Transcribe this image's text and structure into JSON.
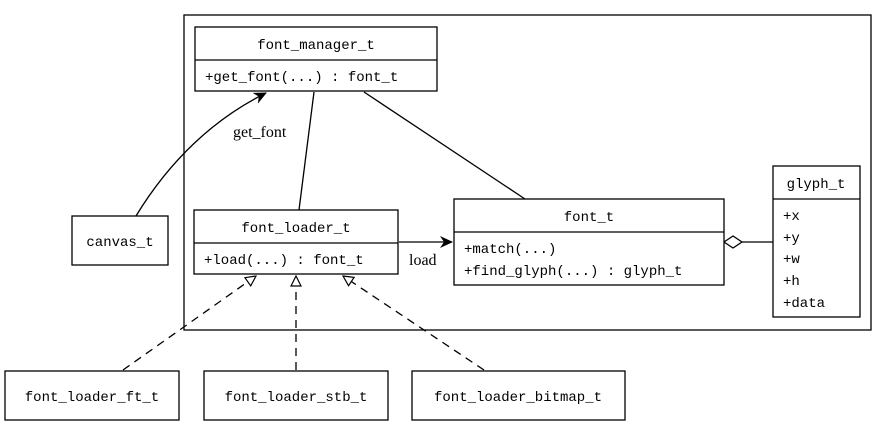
{
  "classes": {
    "font_manager": {
      "name": "font_manager_t",
      "members": [
        "+get_font(...) : font_t"
      ]
    },
    "font_loader": {
      "name": "font_loader_t",
      "members": [
        "+load(...) : font_t"
      ]
    },
    "font": {
      "name": "font_t",
      "members": [
        "+match(...)",
        "+find_glyph(...) : glyph_t"
      ]
    },
    "glyph": {
      "name": "glyph_t",
      "members": [
        "+x",
        "+y",
        "+w",
        "+h",
        "+data"
      ]
    },
    "canvas": {
      "name": "canvas_t"
    },
    "font_loader_ft": {
      "name": "font_loader_ft_t"
    },
    "font_loader_stb": {
      "name": "font_loader_stb_t"
    },
    "font_loader_bitmap": {
      "name": "font_loader_bitmap_t"
    }
  },
  "edge_labels": {
    "get_font": "get_font",
    "load": "load"
  }
}
